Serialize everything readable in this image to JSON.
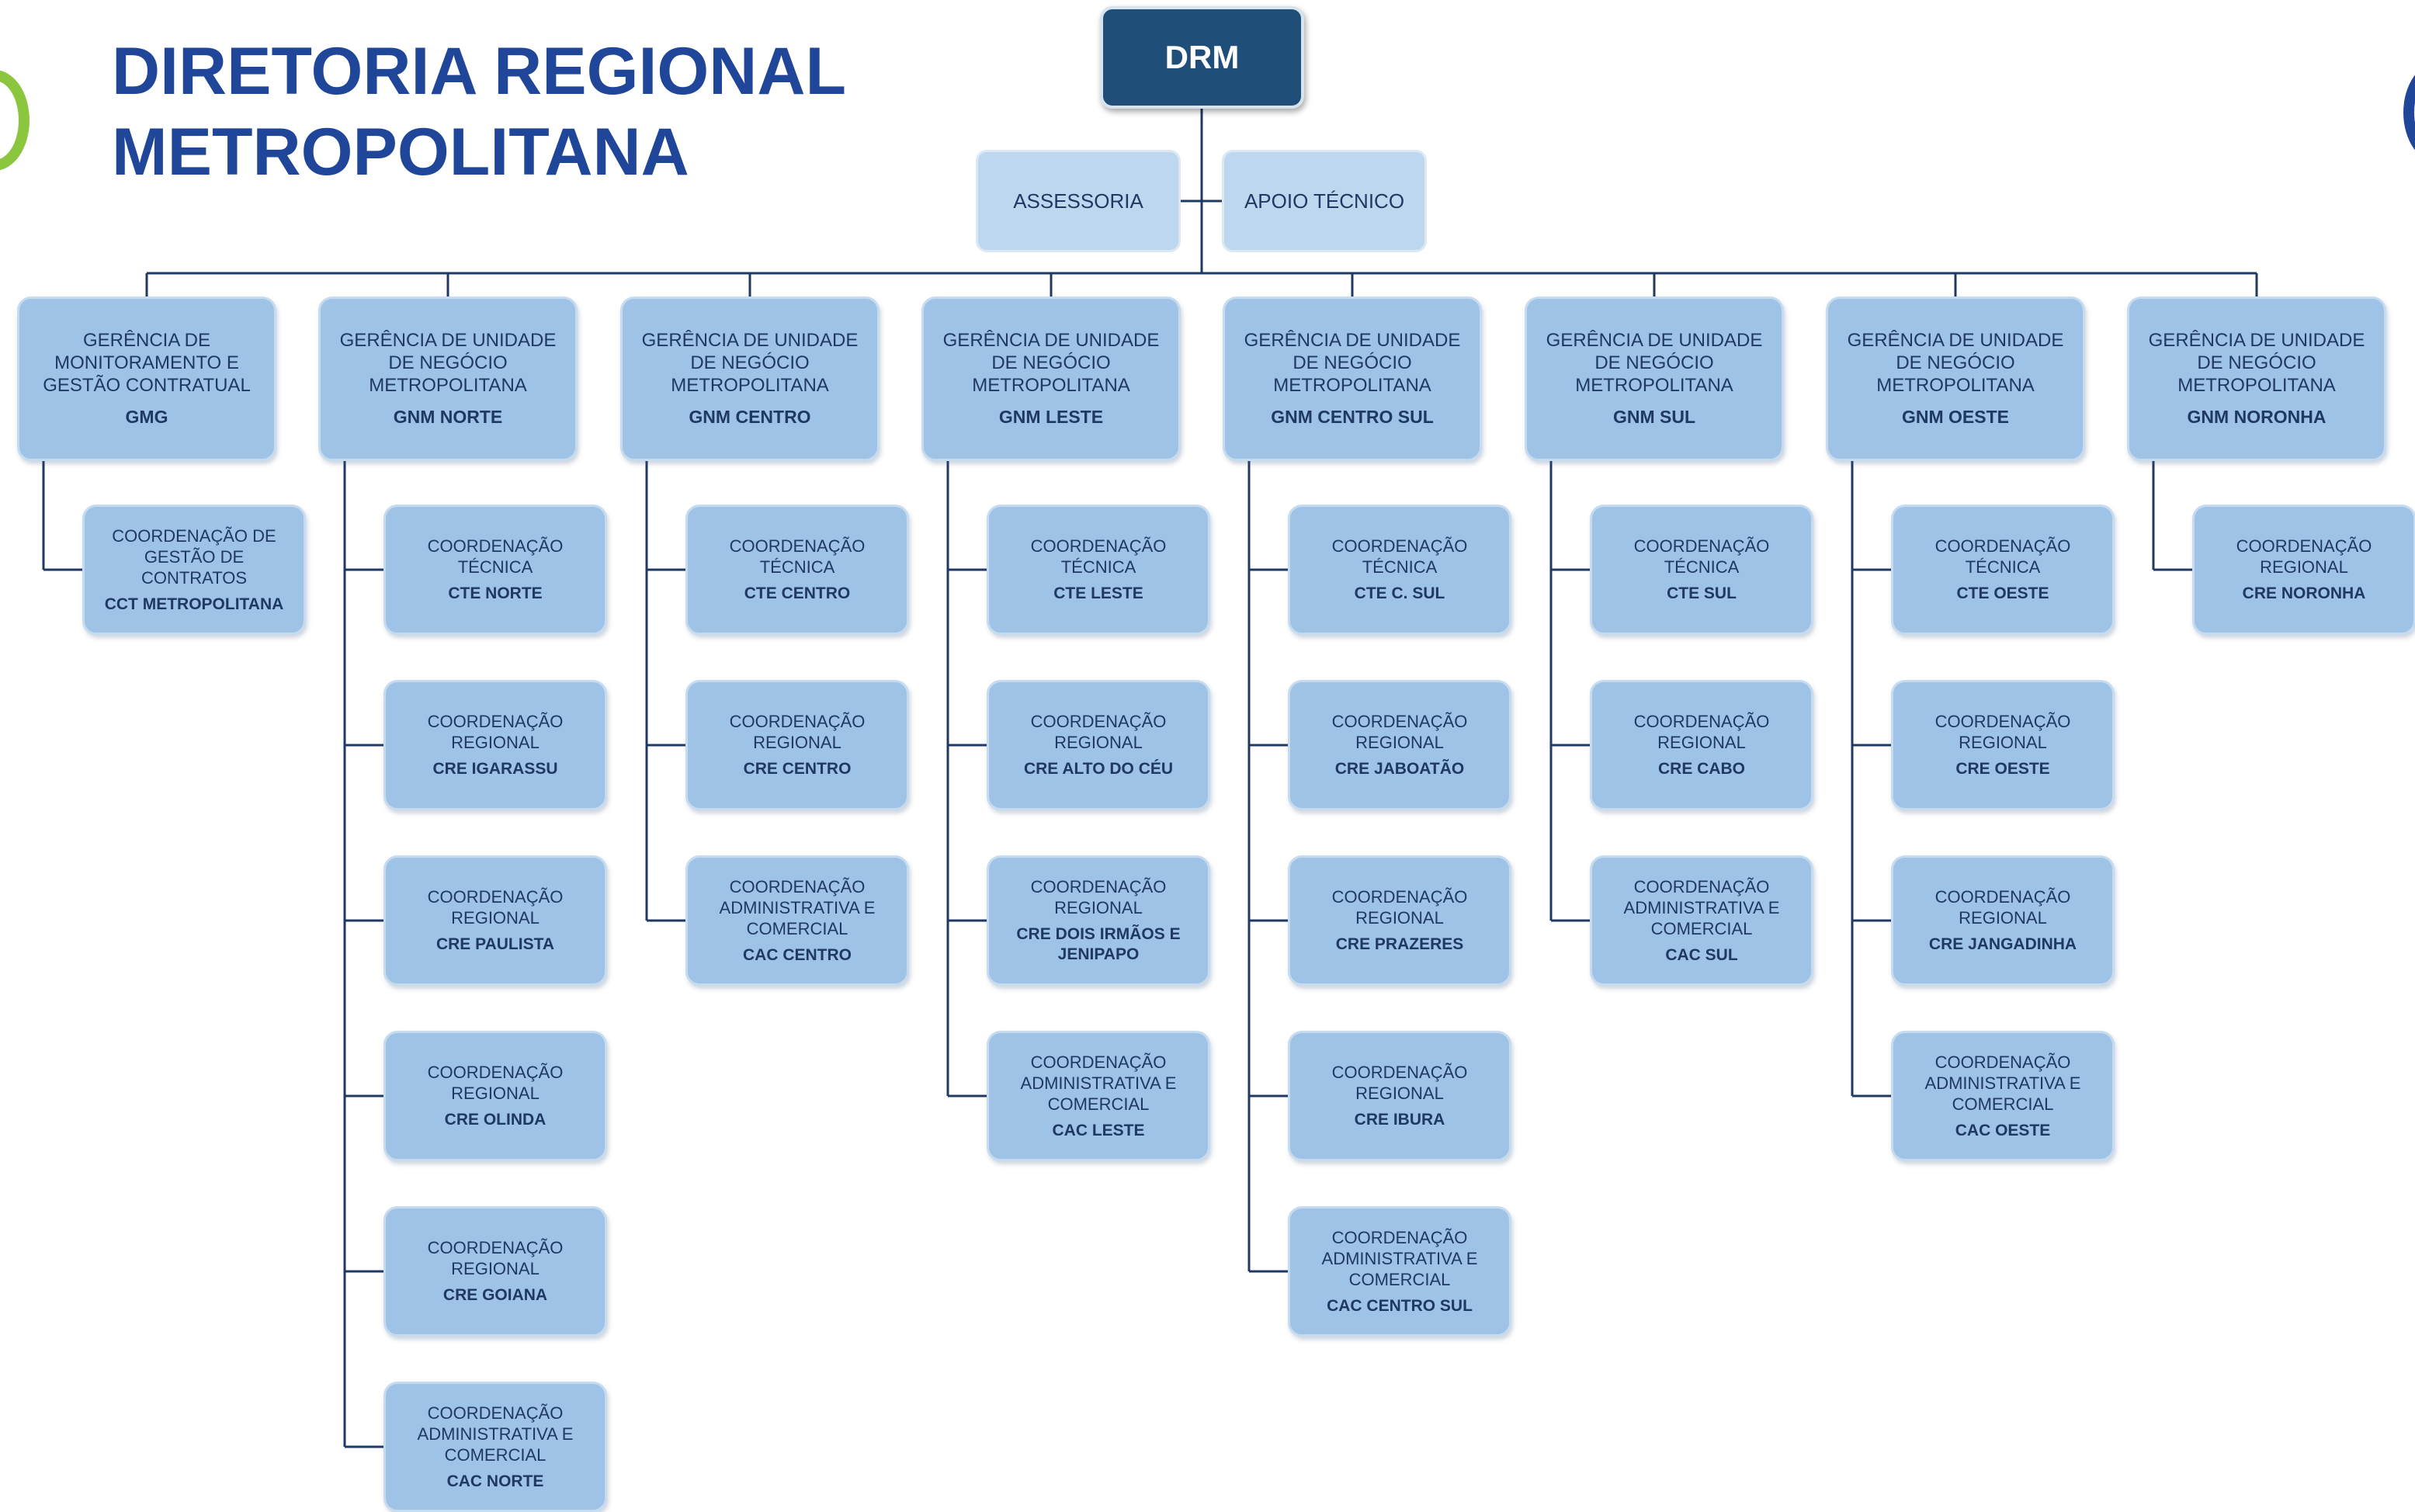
{
  "title": {
    "line1": "DIRETORIA REGIONAL",
    "line2": "METROPOLITANA"
  },
  "top": {
    "label": "DRM"
  },
  "staff": {
    "left": "ASSESSORIA",
    "right": "APOIO TÉCNICO"
  },
  "colors": {
    "accent": "#1f4699",
    "box": "#9ec3e6",
    "top": "#1f4e79",
    "staff": "#bdd7ee",
    "logo_green": "#8cc63f"
  },
  "gerencias": [
    {
      "name": "GERÊNCIA DE MONITORAMENTO E GESTÃO CONTRATUAL",
      "code": "GMG",
      "children": [
        {
          "name": "COORDENAÇÃO DE GESTÃO DE CONTRATOS",
          "code": "CCT METROPOLITANA"
        }
      ]
    },
    {
      "name": "GERÊNCIA DE UNIDADE DE NEGÓCIO METROPOLITANA",
      "code": "GNM NORTE",
      "children": [
        {
          "name": "COORDENAÇÃO TÉCNICA",
          "code": "CTE NORTE"
        },
        {
          "name": "COORDENAÇÃO REGIONAL",
          "code": "CRE IGARASSU"
        },
        {
          "name": "COORDENAÇÃO REGIONAL",
          "code": "CRE PAULISTA"
        },
        {
          "name": "COORDENAÇÃO REGIONAL",
          "code": "CRE OLINDA"
        },
        {
          "name": "COORDENAÇÃO REGIONAL",
          "code": "CRE GOIANA"
        },
        {
          "name": "COORDENAÇÃO ADMINISTRATIVA E COMERCIAL",
          "code": "CAC NORTE"
        }
      ]
    },
    {
      "name": "GERÊNCIA DE UNIDADE DE NEGÓCIO METROPOLITANA",
      "code": "GNM CENTRO",
      "children": [
        {
          "name": "COORDENAÇÃO TÉCNICA",
          "code": "CTE CENTRO"
        },
        {
          "name": "COORDENAÇÃO REGIONAL",
          "code": "CRE CENTRO"
        },
        {
          "name": "COORDENAÇÃO ADMINISTRATIVA E COMERCIAL",
          "code": "CAC CENTRO"
        }
      ]
    },
    {
      "name": "GERÊNCIA DE UNIDADE DE NEGÓCIO METROPOLITANA",
      "code": "GNM LESTE",
      "children": [
        {
          "name": "COORDENAÇÃO TÉCNICA",
          "code": "CTE LESTE"
        },
        {
          "name": "COORDENAÇÃO REGIONAL",
          "code": "CRE ALTO DO CÉU"
        },
        {
          "name": "COORDENAÇÃO REGIONAL",
          "code": "CRE DOIS IRMÃOS E JENIPAPO"
        },
        {
          "name": "COORDENAÇÃO ADMINISTRATIVA E COMERCIAL",
          "code": "CAC LESTE"
        }
      ]
    },
    {
      "name": "GERÊNCIA DE UNIDADE DE NEGÓCIO METROPOLITANA",
      "code": "GNM CENTRO SUL",
      "children": [
        {
          "name": "COORDENAÇÃO TÉCNICA",
          "code": "CTE C. SUL"
        },
        {
          "name": "COORDENAÇÃO REGIONAL",
          "code": "CRE JABOATÃO"
        },
        {
          "name": "COORDENAÇÃO REGIONAL",
          "code": "CRE PRAZERES"
        },
        {
          "name": "COORDENAÇÃO REGIONAL",
          "code": "CRE IBURA"
        },
        {
          "name": "COORDENAÇÃO ADMINISTRATIVA E COMERCIAL",
          "code": "CAC CENTRO SUL"
        }
      ]
    },
    {
      "name": "GERÊNCIA DE UNIDADE DE NEGÓCIO METROPOLITANA",
      "code": "GNM SUL",
      "children": [
        {
          "name": "COORDENAÇÃO TÉCNICA",
          "code": "CTE SUL"
        },
        {
          "name": "COORDENAÇÃO REGIONAL",
          "code": "CRE CABO"
        },
        {
          "name": "COORDENAÇÃO ADMINISTRATIVA E COMERCIAL",
          "code": "CAC SUL"
        }
      ]
    },
    {
      "name": "GERÊNCIA DE UNIDADE DE NEGÓCIO METROPOLITANA",
      "code": "GNM OESTE",
      "children": [
        {
          "name": "COORDENAÇÃO TÉCNICA",
          "code": "CTE OESTE"
        },
        {
          "name": "COORDENAÇÃO REGIONAL",
          "code": "CRE OESTE"
        },
        {
          "name": "COORDENAÇÃO REGIONAL",
          "code": "CRE JANGADINHA"
        },
        {
          "name": "COORDENAÇÃO ADMINISTRATIVA E COMERCIAL",
          "code": "CAC OESTE"
        }
      ]
    },
    {
      "name": "GERÊNCIA DE UNIDADE DE NEGÓCIO METROPOLITANA",
      "code": "GNM NORONHA",
      "children": [
        {
          "name": "COORDENAÇÃO REGIONAL",
          "code": "CRE NORONHA"
        }
      ]
    }
  ]
}
